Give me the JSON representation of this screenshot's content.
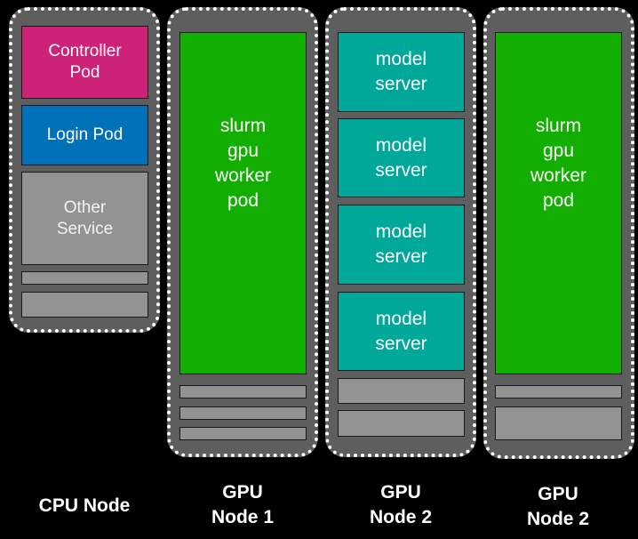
{
  "colors": {
    "controller": "#cc2278",
    "login": "#0070b8",
    "other": "#939393",
    "gpu_worker": "#12ae02",
    "model_server": "#00a89a",
    "empty_slot": "#939393",
    "node_bg": "#5e5e5e"
  },
  "nodes": [
    {
      "label": "CPU Node",
      "pods": [
        {
          "text": "Controller\nPod",
          "kind": "controller"
        },
        {
          "text": "Login Pod",
          "kind": "login"
        },
        {
          "text": "Other\nService",
          "kind": "other"
        },
        {
          "text": "",
          "kind": "empty_slot"
        },
        {
          "text": "",
          "kind": "empty_slot"
        }
      ]
    },
    {
      "label": "GPU\nNode 1",
      "pods": [
        {
          "text": "slurm\ngpu\nworker\npod",
          "kind": "gpu_worker"
        },
        {
          "text": "",
          "kind": "empty_slot"
        },
        {
          "text": "",
          "kind": "empty_slot"
        },
        {
          "text": "",
          "kind": "empty_slot"
        }
      ]
    },
    {
      "label": "GPU\nNode 2",
      "pods": [
        {
          "text": "model\nserver",
          "kind": "model_server"
        },
        {
          "text": "model\nserver",
          "kind": "model_server"
        },
        {
          "text": "model\nserver",
          "kind": "model_server"
        },
        {
          "text": "model\nserver",
          "kind": "model_server"
        },
        {
          "text": "",
          "kind": "empty_slot"
        },
        {
          "text": "",
          "kind": "empty_slot"
        }
      ]
    },
    {
      "label": "GPU\nNode 2",
      "pods": [
        {
          "text": "slurm\ngpu\nworker\npod",
          "kind": "gpu_worker"
        },
        {
          "text": "",
          "kind": "empty_slot"
        },
        {
          "text": "",
          "kind": "empty_slot"
        }
      ]
    }
  ]
}
